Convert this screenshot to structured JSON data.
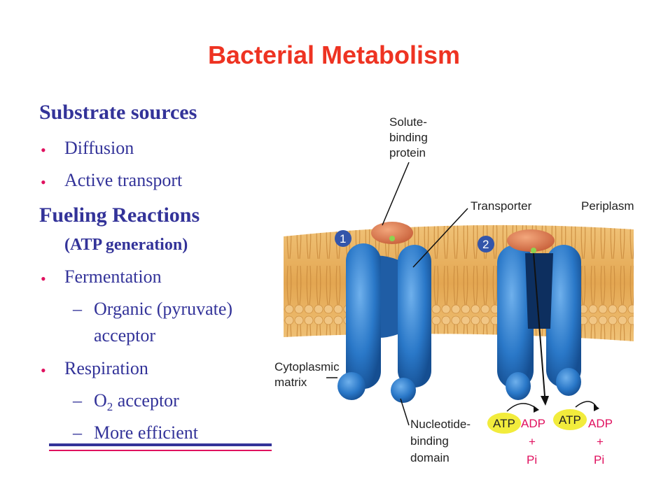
{
  "title": "Bacterial Metabolism",
  "left": {
    "heading1": "Substrate sources",
    "b1": "Diffusion",
    "b2": "Active transport",
    "heading2": "Fueling Reactions",
    "heading2_sub": "(ATP generation)",
    "b3": "Fermentation",
    "b3_sub_line1": "Organic (pyruvate)",
    "b3_sub_line2": "acceptor",
    "b4": "Respiration",
    "b4_sub1_pre": "O",
    "b4_sub1_subscript": "2",
    "b4_sub1_post": " acceptor",
    "b4_sub2": "More efficient",
    "bullet_glyph": "•",
    "dash_glyph": "–"
  },
  "diagram": {
    "solute_binding": [
      "Solute-",
      "binding",
      "protein"
    ],
    "transporter": "Transporter",
    "periplasm": "Periplasm",
    "cytoplasmic": [
      "Cytoplasmic",
      "matrix"
    ],
    "nucleotide": [
      "Nucleotide-",
      "binding",
      "domain"
    ],
    "num1": "1",
    "num2": "2",
    "atp": "ATP",
    "adp": "ADP",
    "plus": "+",
    "pi": "Pi"
  },
  "colors": {
    "title": "#ee3322",
    "text": "#333399",
    "bullet": "#e0115f",
    "protein": "#2a78c8",
    "membrane": "#e8b060"
  }
}
